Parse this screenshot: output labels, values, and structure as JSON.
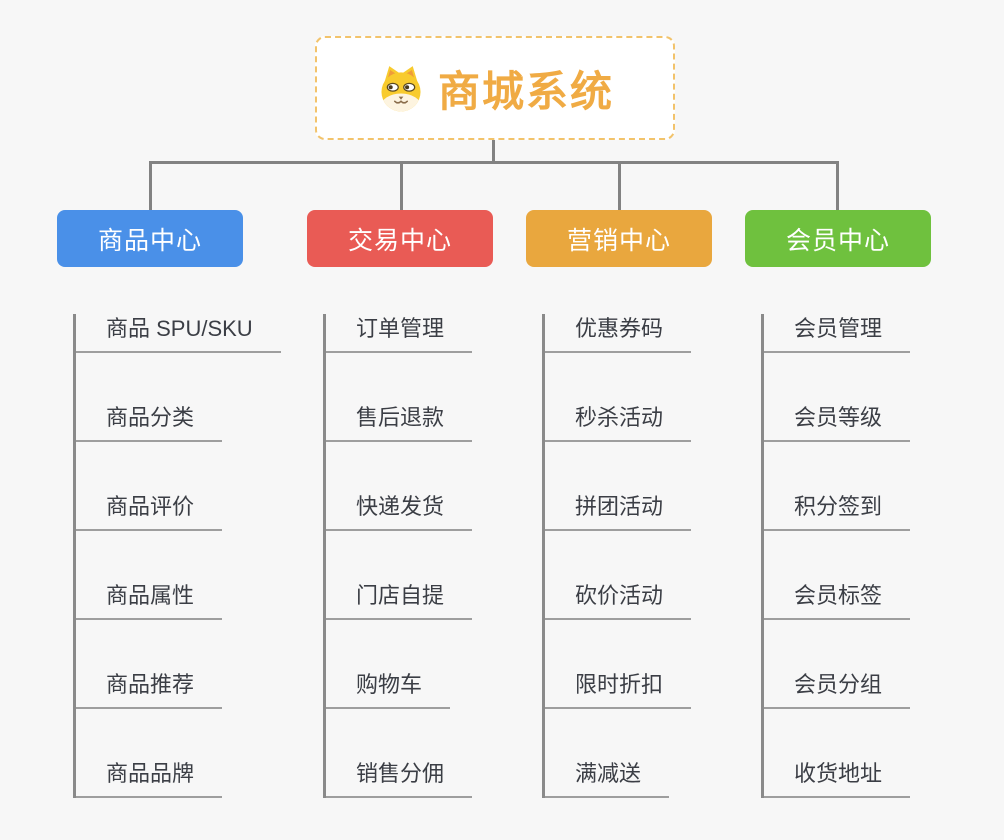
{
  "root": {
    "title": "商城系统",
    "icon": "dog-face-icon",
    "border_color": "#f2c36b",
    "title_color": "#f0ab44"
  },
  "connector_color": "#828282",
  "branches": [
    {
      "label": "商品中心",
      "color": "#4a90e8",
      "children": [
        "商品 SPU/SKU",
        "商品分类",
        "商品评价",
        "商品属性",
        "商品推荐",
        "商品品牌"
      ]
    },
    {
      "label": "交易中心",
      "color": "#e95b55",
      "children": [
        "订单管理",
        "售后退款",
        "快递发货",
        "门店自提",
        "购物车",
        "销售分佣"
      ]
    },
    {
      "label": "营销中心",
      "color": "#e9a73e",
      "children": [
        "优惠券码",
        "秒杀活动",
        "拼团活动",
        "砍价活动",
        "限时折扣",
        "满减送"
      ]
    },
    {
      "label": "会员中心",
      "color": "#6fc13e",
      "children": [
        "会员管理",
        "会员等级",
        "积分签到",
        "会员标签",
        "会员分组",
        "收货地址"
      ]
    }
  ]
}
